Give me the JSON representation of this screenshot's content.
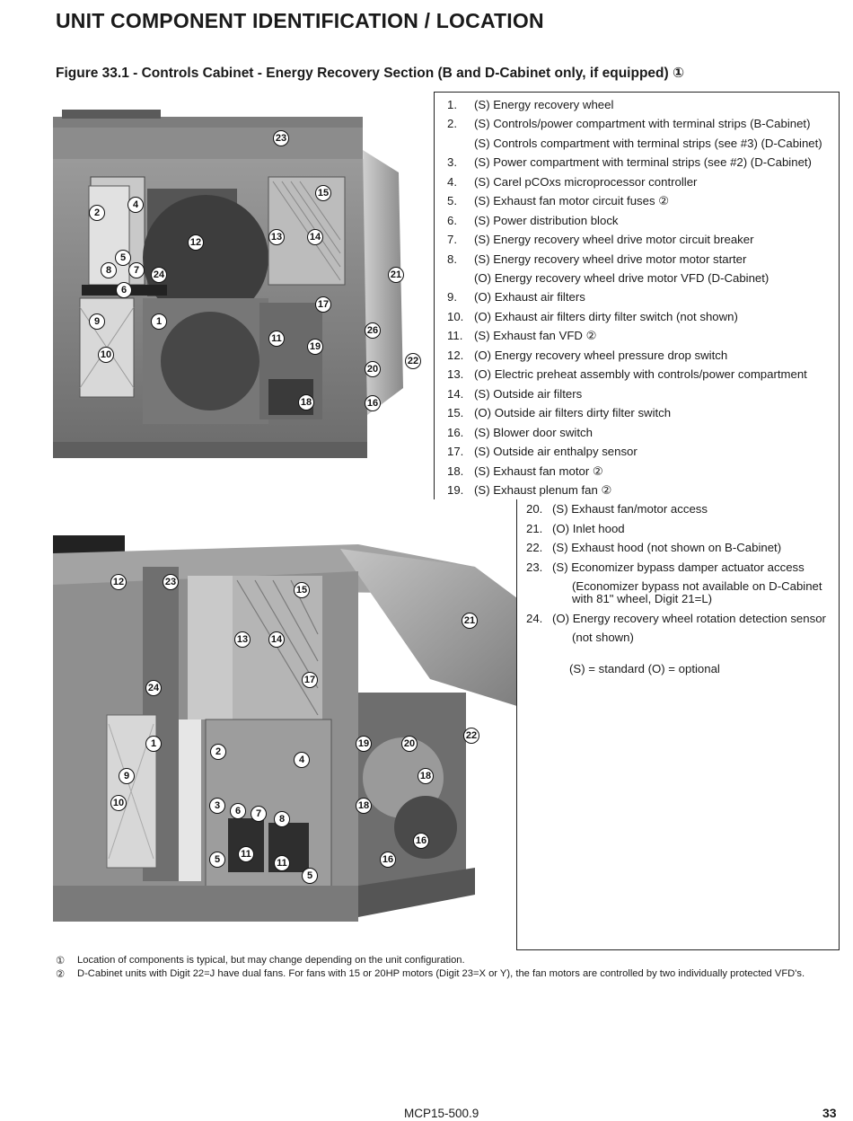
{
  "page_title": "UNIT COMPONENT IDENTIFICATION / LOCATION",
  "figure_caption": "Figure 33.1 - Controls Cabinet - Energy Recovery Section (B and D-Cabinet only, if equipped) ①",
  "legend": [
    {
      "num": "1.",
      "text": "(S) Energy recovery wheel"
    },
    {
      "num": "2.",
      "text": "(S) Controls/power compartment with terminal strips (B-Cabinet)"
    },
    {
      "num": "",
      "text": "(S) Controls compartment with terminal strips (see #3) (D-Cabinet)"
    },
    {
      "num": "3.",
      "text": "(S) Power compartment with terminal strips (see #2) (D-Cabinet)"
    },
    {
      "num": "4.",
      "text": "(S) Carel pCOxs microprocessor controller"
    },
    {
      "num": "5.",
      "text": "(S) Exhaust fan motor circuit fuses ②"
    },
    {
      "num": "6.",
      "text": "(S) Power distribution block"
    },
    {
      "num": "7.",
      "text": "(S) Energy recovery wheel drive motor circuit breaker"
    },
    {
      "num": "8.",
      "text": "(S) Energy recovery wheel drive motor motor starter"
    },
    {
      "num": "",
      "text": "(O) Energy recovery wheel drive motor VFD (D-Cabinet)"
    },
    {
      "num": "9.",
      "text": "(O) Exhaust air filters"
    },
    {
      "num": "10.",
      "text": "(O) Exhaust air filters dirty filter switch (not shown)"
    },
    {
      "num": "11.",
      "text": "(S) Exhaust fan VFD ②"
    },
    {
      "num": "12.",
      "text": "(O) Energy recovery wheel pressure drop switch"
    },
    {
      "num": "13.",
      "text": "(O) Electric preheat assembly with controls/power compartment"
    },
    {
      "num": "14.",
      "text": "(S) Outside air filters"
    },
    {
      "num": "15.",
      "text": "(O) Outside air filters dirty filter switch"
    },
    {
      "num": "16.",
      "text": "(S) Blower door switch"
    },
    {
      "num": "17.",
      "text": "(S) Outside air enthalpy sensor"
    },
    {
      "num": "18.",
      "text": "(S) Exhaust fan motor ②"
    },
    {
      "num": "19.",
      "text": "(S) Exhaust plenum fan ②"
    },
    {
      "num": "20.",
      "text": "(S) Exhaust fan/motor access"
    },
    {
      "num": "21.",
      "text": "(O) Inlet hood"
    },
    {
      "num": "22.",
      "text": "(S) Exhaust hood (not shown on B-Cabinet)"
    },
    {
      "num": "23.",
      "text": "(S) Economizer bypass damper actuator access"
    },
    {
      "num": "",
      "text": "(Economizer bypass not available on D-Cabinet"
    },
    {
      "num": "",
      "text": "with 81\" wheel, Digit 21=L)"
    },
    {
      "num": "24.",
      "text": "(O) Energy recovery wheel rotation detection sensor"
    },
    {
      "num": "",
      "text": "(not shown)"
    },
    {
      "num": "",
      "text": "(S) = standard  (O) = optional"
    }
  ],
  "callouts_top": [
    "23",
    "15",
    "2",
    "4",
    "12",
    "13",
    "14",
    "5",
    "8",
    "7",
    "24",
    "21",
    "6",
    "17",
    "9",
    "1",
    "26",
    "11",
    "19",
    "10",
    "20",
    "22",
    "18",
    "16"
  ],
  "callouts_bottom": [
    "12",
    "23",
    "15",
    "21",
    "13",
    "14",
    "17",
    "24",
    "22",
    "1",
    "19",
    "20",
    "2",
    "4",
    "9",
    "18",
    "10",
    "3",
    "6",
    "7",
    "8",
    "18",
    "16",
    "5",
    "11",
    "11",
    "16",
    "5"
  ],
  "footnotes": [
    {
      "mark": "①",
      "text": "Location of components is typical, but may change depending on the unit configuration."
    },
    {
      "mark": "②",
      "text": "D-Cabinet units with Digit 22=J have dual fans.  For fans with 15 or 20HP motors (Digit 23=X or Y), the fan motors are controlled by two individually protected VFD's."
    }
  ],
  "footer": {
    "doc_number": "MCP15-500.9",
    "page_number": "33"
  }
}
